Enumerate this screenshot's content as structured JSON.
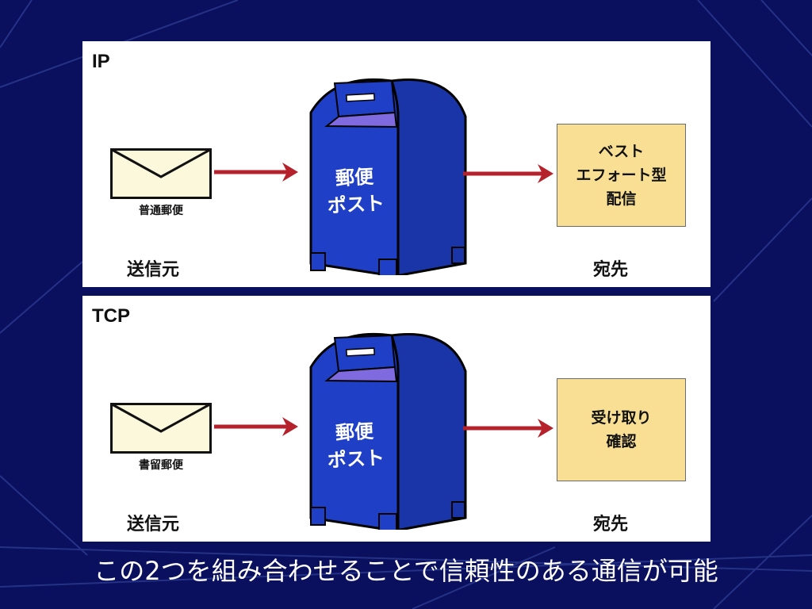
{
  "colors": {
    "background": "#0a0f5e",
    "panel": "#ffffff",
    "mailbox": "#1f3fc7",
    "arrow": "#b5222c",
    "envelope": "#fbf8dc",
    "dest_box": "#f8df93"
  },
  "panels": {
    "ip": {
      "title": "IP",
      "mail_caption": "普通郵便",
      "mailbox_line1": "郵便",
      "mailbox_line2": "ポスト",
      "dest_lines": [
        "ベスト",
        "エフォート型",
        "配信"
      ],
      "sender_label": "送信元",
      "dest_label": "宛先"
    },
    "tcp": {
      "title": "TCP",
      "mail_caption": "書留郵便",
      "mailbox_line1": "郵便",
      "mailbox_line2": "ポスト",
      "dest_lines": [
        "受け取り",
        "確認"
      ],
      "sender_label": "送信元",
      "dest_label": "宛先"
    }
  },
  "caption": "この2つを組み合わせることで信頼性のある通信が可能"
}
